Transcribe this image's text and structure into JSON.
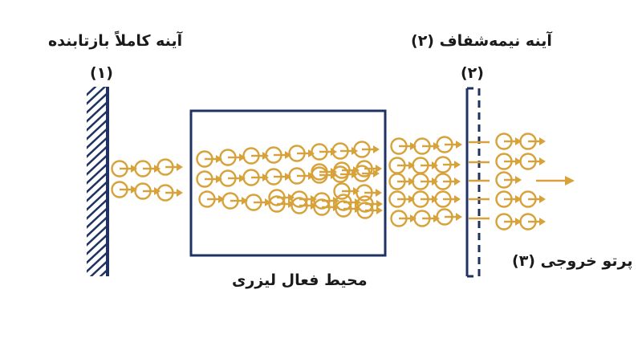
{
  "labels": {
    "full_mirror": "آینه کاملاً بازتابنده",
    "full_mirror_num": "(۱)",
    "partial_mirror": "آینه نیمه‌شفاف (۲)",
    "partial_mirror_num": "(۲)",
    "active_medium": "محیط فعال لیزری",
    "output_beam": "پرتو خروجی (۳)"
  },
  "colors": {
    "navy": "#1f3263",
    "gold": "#d8a23a",
    "text": "#1a1a1a"
  },
  "icons": {
    "photon": "circle-arrow-icon",
    "beam": "arrow-right-icon"
  }
}
